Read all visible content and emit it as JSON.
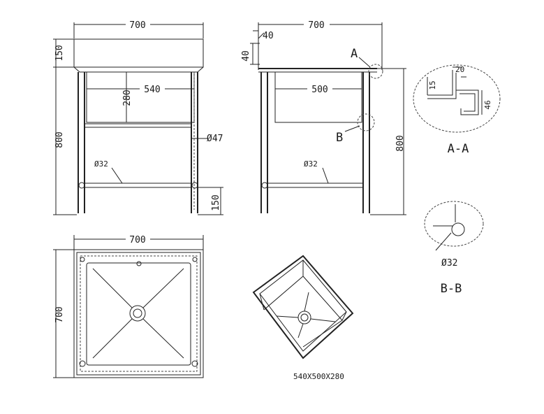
{
  "front_view": {
    "width_label": "700",
    "top_label": "150",
    "height_label": "800",
    "bowl_width_label": "540",
    "bowl_depth_label": "280",
    "leg_label": "Ø47",
    "rail_label": "Ø32",
    "bottom_label": "150"
  },
  "side_view": {
    "width_label": "700",
    "lip_width_label": "40",
    "lip_height_label": "40",
    "bowl_label": "500",
    "height_label": "800",
    "rail_label": "Ø32",
    "marker_a": "A",
    "marker_b": "B"
  },
  "top_view": {
    "width_label": "700",
    "depth_label": "700"
  },
  "bowl_view": {
    "caption": "540X500X280"
  },
  "detail_a": {
    "dim_20": "20",
    "dim_15": "15",
    "dim_46": "46",
    "title": "A-A"
  },
  "detail_b": {
    "label": "Ø32",
    "title": "B-B"
  }
}
